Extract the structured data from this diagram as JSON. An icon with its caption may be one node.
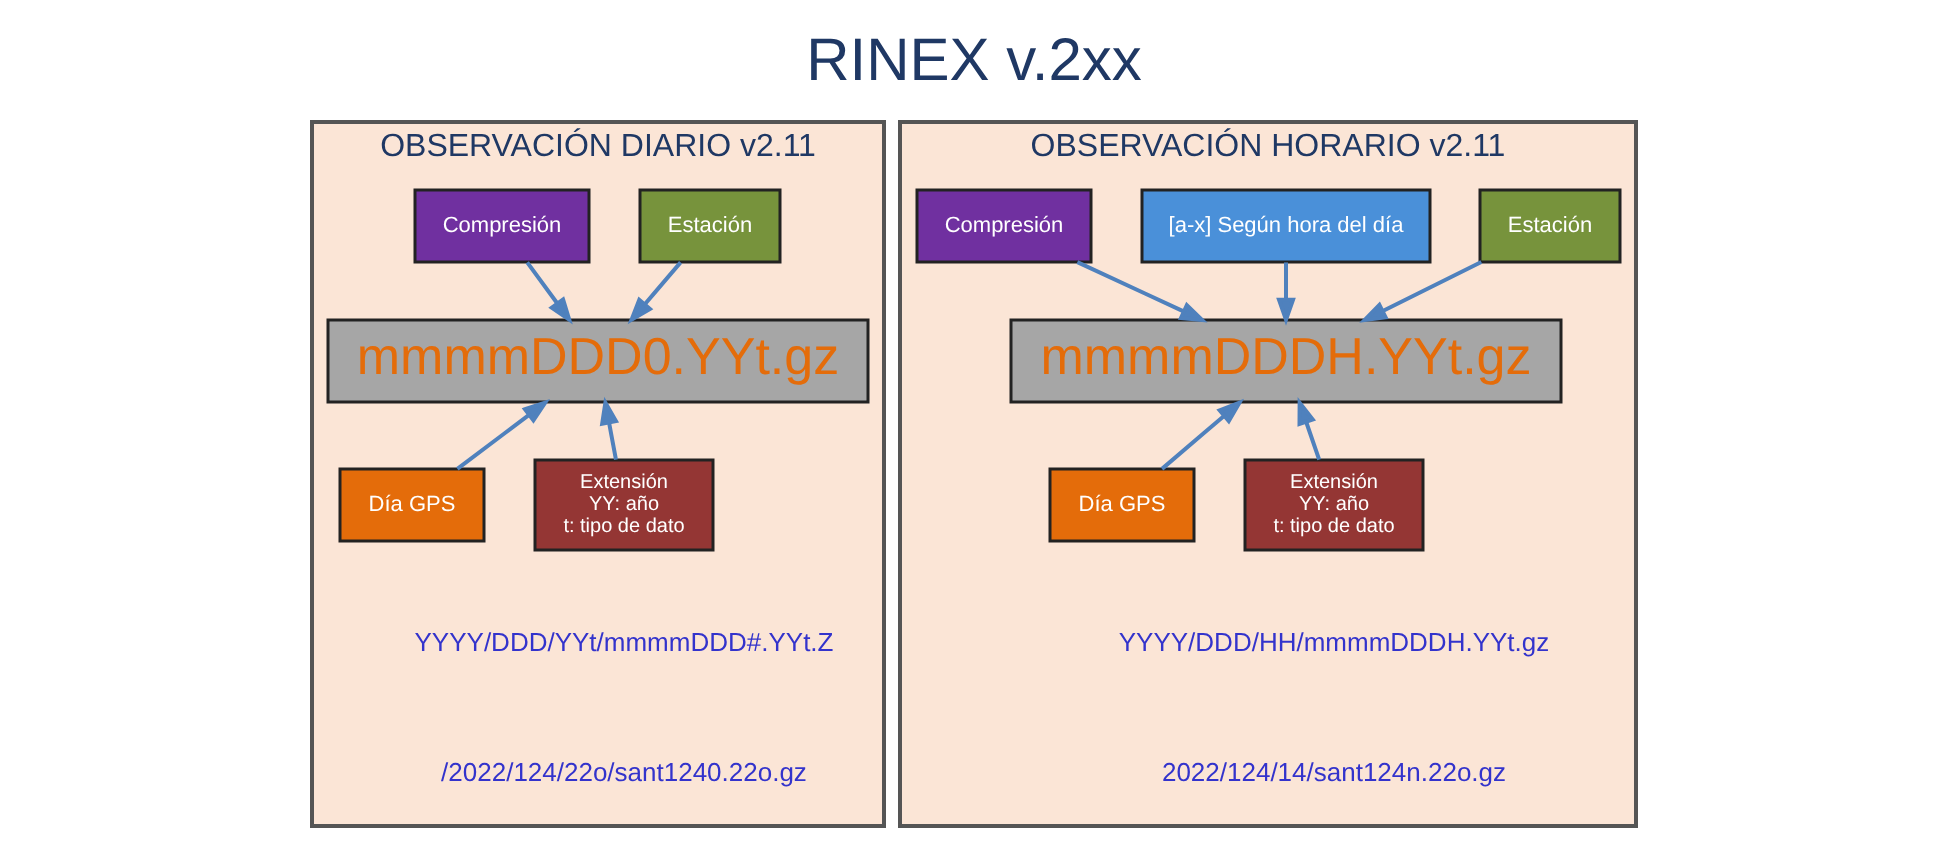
{
  "diagram": {
    "title": "RINEX v.2xx",
    "nodes": [
      {
        "text": [
          "OBSERVACIÓN DIARIO v2.11"
        ]
      },
      {
        "text": [
          "Estación"
        ],
        "in": 0
      },
      {
        "text": [
          "Compresión"
        ],
        "in": 0
      },
      {
        "text": [
          "mmmmDDD0.YYt.gz"
        ],
        "in": 0
      },
      {
        "text": [
          "Día GPS"
        ],
        "in": 0
      },
      {
        "text": [
          "Extensión",
          "YY: año",
          "t: tipo de dato"
        ],
        "in": 0
      },
      {
        "text": [
          "OBSERVACIÓN HORARIO v2.11"
        ]
      },
      {
        "text": [
          "Estación"
        ],
        "in": 6
      },
      {
        "text": [
          "[a-x] Según hora del día"
        ],
        "in": 6
      },
      {
        "text": [
          "Compresión"
        ],
        "in": 6
      },
      {
        "text": [
          "mmmmDDDH.YYt.gz"
        ],
        "in": 6
      },
      {
        "text": [
          "Día GPS"
        ],
        "in": 6
      },
      {
        "text": [
          "Extensión",
          "YY: año",
          "t: tipo de dato"
        ],
        "in": 6
      }
    ],
    "edges": [
      {
        "from": 1,
        "to": 3,
        "arrow": "to"
      },
      {
        "from": 2,
        "to": 3,
        "arrow": "to"
      },
      {
        "from": 4,
        "to": 3,
        "arrow": "to"
      },
      {
        "from": 5,
        "to": 3,
        "arrow": "to"
      },
      {
        "from": 7,
        "to": 10,
        "arrow": "to"
      },
      {
        "from": 8,
        "to": 10,
        "arrow": "to"
      },
      {
        "from": 9,
        "to": 10,
        "arrow": "to"
      },
      {
        "from": 11,
        "to": 10,
        "arrow": "to"
      },
      {
        "from": 12,
        "to": 10,
        "arrow": "to"
      }
    ],
    "labels": [
      "YYYY/DDD/YYt/mmmmDDD#.YYt.Z",
      "/2022/124/22o/sant1240.22o.gz",
      "YYYY/DDD/HH/mmmmDDDH.YYt.gz",
      "2022/124/14/sant124n.22o.gz"
    ]
  }
}
